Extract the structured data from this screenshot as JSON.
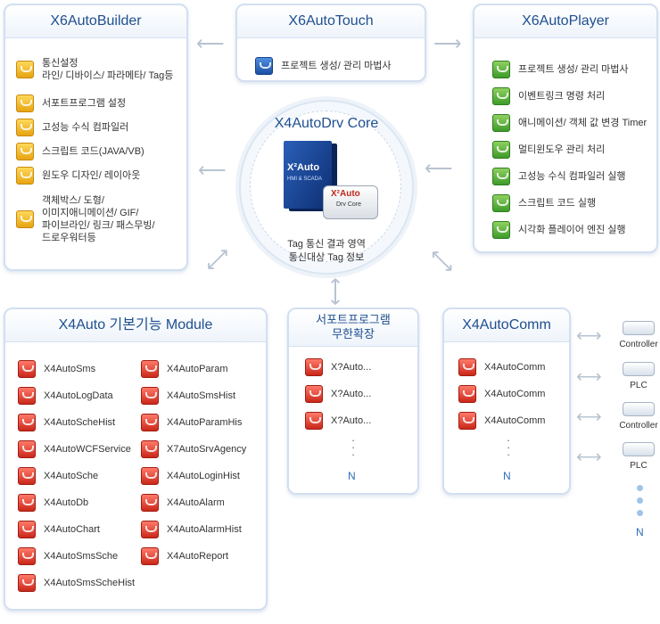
{
  "builder": {
    "title": "X6AutoBuilder",
    "items": [
      {
        "lines": [
          "통신설정",
          "라인/ 디바이스/ 파라메타/ Tag등"
        ]
      },
      {
        "lines": [
          "서포트프로그램 설정"
        ]
      },
      {
        "lines": [
          "고성능 수식 컴파일러"
        ]
      },
      {
        "lines": [
          "스크립트 코드(JAVA/VB)"
        ]
      },
      {
        "lines": [
          "원도우 디자인/ 레이아웃"
        ]
      },
      {
        "lines": [
          "객체박스/ 도형/",
          "이미지애니메이션/ GIF/",
          "파이브라인/ 링크/ 패스무빙/",
          "드로우워터등"
        ]
      }
    ]
  },
  "touch": {
    "title": "X6AutoTouch",
    "items": [
      {
        "label": "프로젝트 생성/ 관리 마법사"
      }
    ]
  },
  "player": {
    "title": "X6AutoPlayer",
    "items": [
      {
        "label": "프로젝트 생성/ 관리 마법사"
      },
      {
        "label": "이벤트링크 명령 처리"
      },
      {
        "label": "애니메이션/ 객체 값 변경 Timer"
      },
      {
        "label": "멀티윈도우 관리 처리"
      },
      {
        "label": "고성능 수식 컴파일러 실행"
      },
      {
        "label": "스크립트 코드 실행"
      },
      {
        "label": "시각화 플레이어 엔진 실행"
      }
    ]
  },
  "core": {
    "title": "X4AutoDrv Core",
    "box_logo": "X²Auto",
    "box_sub": "HMI & SCADA",
    "device_logo": "X²Auto",
    "device_sub": "Drv Core",
    "caption1": "Tag 통신 결과 영역",
    "caption2": "통신대상 Tag 정보"
  },
  "modules": {
    "title": "X4Auto 기본기능 Module",
    "col1": [
      "X4AutoSms",
      "X4AutoLogData",
      "X4AutoScheHist",
      "X4AutoWCFService",
      "X4AutoSche",
      "X4AutoDb",
      "X4AutoChart",
      "X4AutoSmsSche",
      "X4AutoSmsScheHist"
    ],
    "col2": [
      "X4AutoParam",
      "X4AutoSmsHist",
      "X4AutoParamHis",
      "X7AutoSrvAgency",
      "X4AutoLoginHist",
      "X4AutoAlarm",
      "X4AutoAlarmHist",
      "X4AutoReport"
    ]
  },
  "support": {
    "title1": "서포트프로그램",
    "title2": "무한확장",
    "items": [
      "X?Auto...",
      "X?Auto...",
      "X?Auto..."
    ],
    "n_label": "N"
  },
  "comm": {
    "title": "X4AutoComm",
    "items": [
      "X4AutoComm",
      "X4AutoComm",
      "X4AutoComm"
    ],
    "n_label": "N"
  },
  "devices": {
    "items": [
      "Controller",
      "PLC",
      "Controller",
      "PLC"
    ],
    "n_label": "N"
  },
  "icons": {
    "builder": "yellow-pencil-icon",
    "player": "green-check-icon",
    "module": "red-module-icon",
    "touch": "blue-touch-icon"
  }
}
